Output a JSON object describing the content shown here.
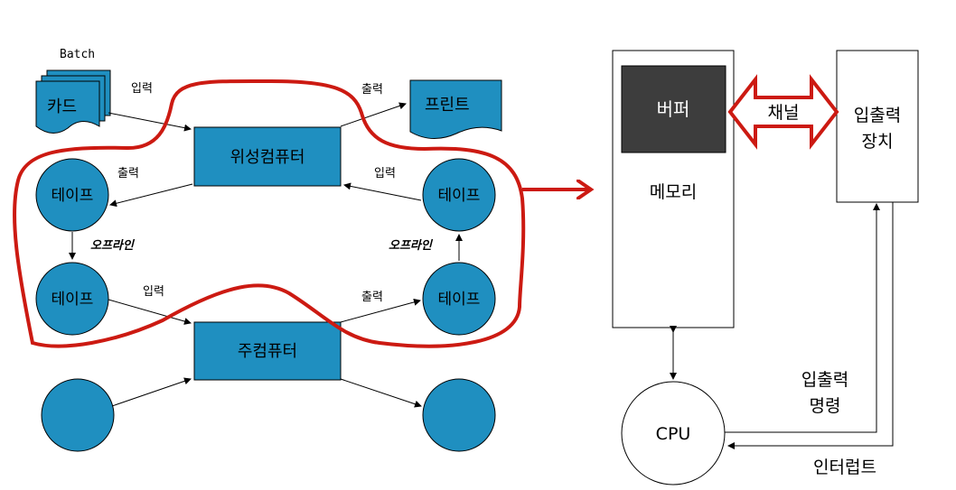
{
  "left": {
    "batch_label": "Batch",
    "card_label": "카드",
    "print_label": "프린트",
    "satellite_label": "위성컴퓨터",
    "main_label": "주컴퓨터",
    "tape_label": "테이프",
    "input_label": "입력",
    "output_label": "출력",
    "offline_label": "오프라인"
  },
  "right": {
    "buffer_label": "버퍼",
    "memory_label": "메모리",
    "channel_label": "채널",
    "io_device_line1": "입출력",
    "io_device_line2": "장치",
    "cpu_label": "CPU",
    "io_command_line1": "입출력",
    "io_command_line2": "명령",
    "interrupt_label": "인터럽트"
  },
  "colors": {
    "node_fill": "#1f8fc0",
    "buffer_fill": "#3d3d3d",
    "highlight": "#cc1a12",
    "channel_fill": "#ffffff"
  }
}
